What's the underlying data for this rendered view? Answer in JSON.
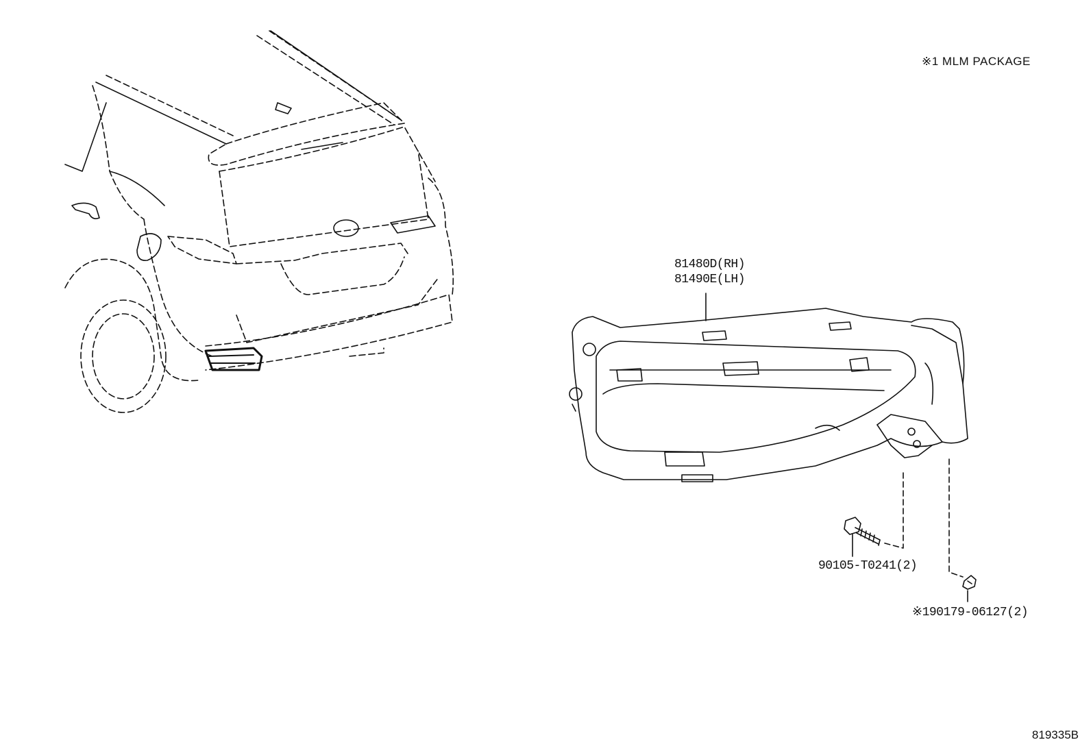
{
  "notes": {
    "package": "※1 MLM PACKAGE"
  },
  "parts": [
    {
      "number": "81480D(RH)"
    },
    {
      "number": "81490E(LH)"
    },
    {
      "number": "90105-T0241(2)"
    },
    {
      "number": "※190179-06127(2)"
    }
  ],
  "illustration_code": "819335B",
  "colors": {
    "line": "#111111",
    "background": "#ffffff"
  }
}
